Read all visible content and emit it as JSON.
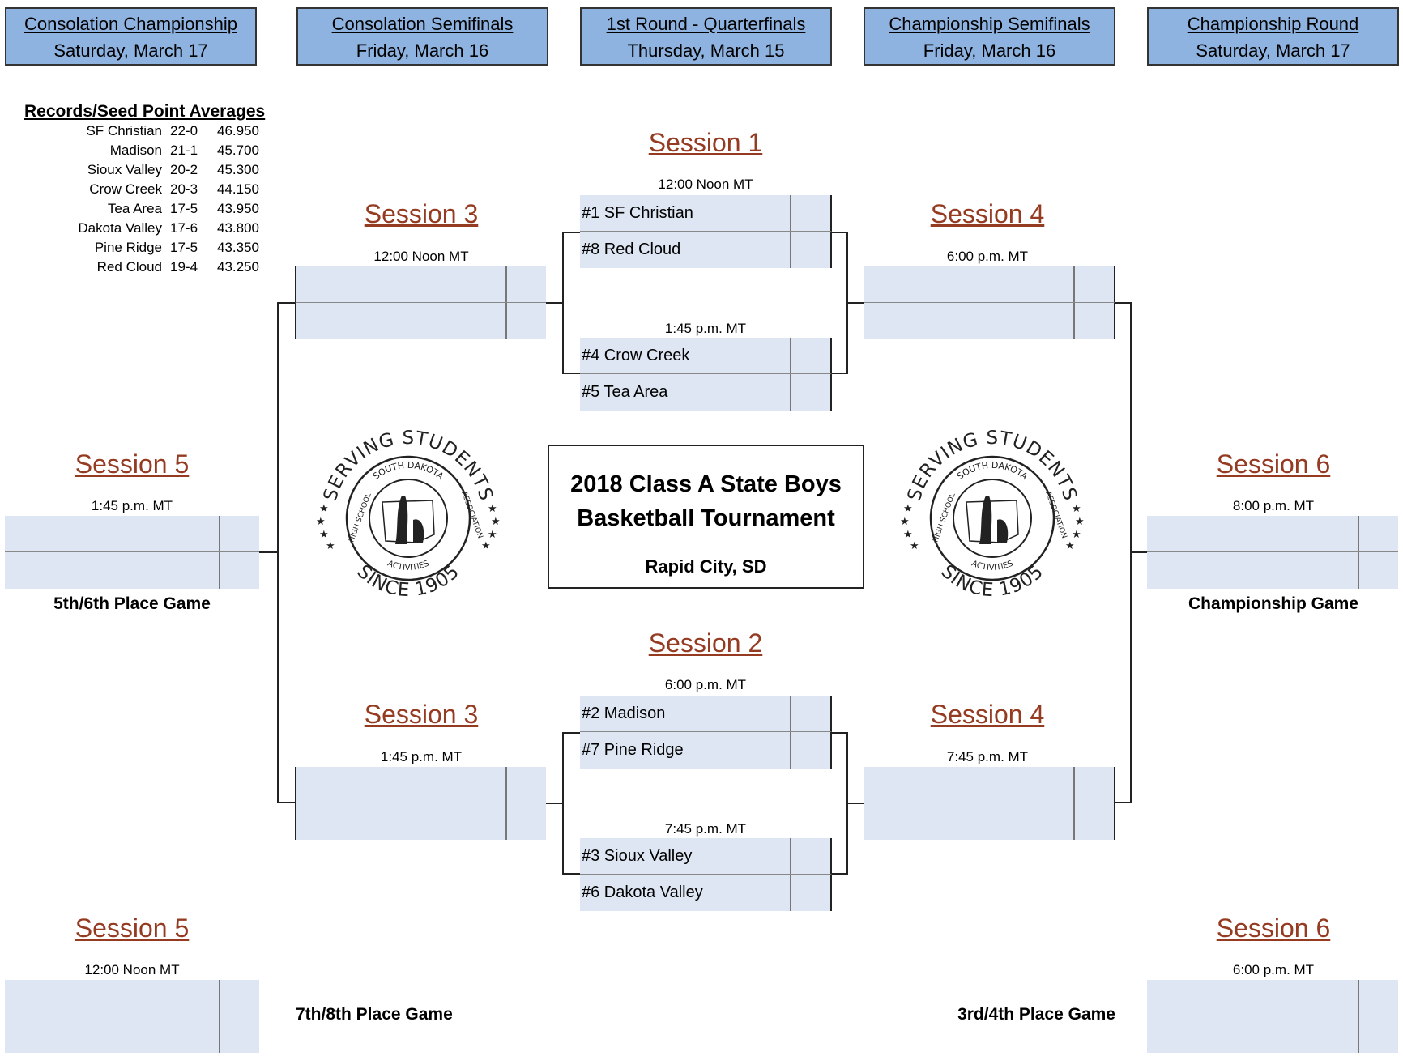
{
  "headers": [
    {
      "title": "Consolation Championship",
      "date": "Saturday, March 17"
    },
    {
      "title": "Consolation Semifinals",
      "date": "Friday, March 16"
    },
    {
      "title": "1st Round - Quarterfinals",
      "date": "Thursday, March 15"
    },
    {
      "title": "Championship Semifinals",
      "date": "Friday, March 16"
    },
    {
      "title": "Championship Round",
      "date": "Saturday, March 17"
    }
  ],
  "records": {
    "title": "Records/Seed Point Averages",
    "rows": [
      {
        "team": "SF Christian",
        "record": "22-0",
        "avg": "46.950"
      },
      {
        "team": "Madison",
        "record": "21-1",
        "avg": "45.700"
      },
      {
        "team": "Sioux Valley",
        "record": "20-2",
        "avg": "45.300"
      },
      {
        "team": "Crow Creek",
        "record": "20-3",
        "avg": "44.150"
      },
      {
        "team": "Tea Area",
        "record": "17-5",
        "avg": "43.950"
      },
      {
        "team": "Dakota Valley",
        "record": "17-6",
        "avg": "43.800"
      },
      {
        "team": "Pine Ridge",
        "record": "17-5",
        "avg": "43.350"
      },
      {
        "team": "Red Cloud",
        "record": "19-4",
        "avg": "43.250"
      }
    ]
  },
  "sessions": {
    "s1": {
      "label": "Session 1",
      "time_a": "12:00 Noon MT",
      "time_b": "1:45 p.m. MT"
    },
    "s2": {
      "label": "Session 2",
      "time_a": "6:00 p.m. MT",
      "time_b": "7:45 p.m. MT"
    },
    "s3a": {
      "label": "Session 3",
      "time": "12:00 Noon MT"
    },
    "s3b": {
      "label": "Session 3",
      "time": "1:45 p.m. MT"
    },
    "s4a": {
      "label": "Session 4",
      "time": "6:00 p.m. MT"
    },
    "s4b": {
      "label": "Session 4",
      "time": "7:45 p.m. MT"
    },
    "s5a": {
      "label": "Session 5",
      "time": "1:45 p.m. MT"
    },
    "s5b": {
      "label": "Session 5",
      "time": "12:00 Noon MT"
    },
    "s6a": {
      "label": "Session 6",
      "time": "8:00 p.m. MT"
    },
    "s6b": {
      "label": "Session 6",
      "time": "6:00 p.m. MT"
    }
  },
  "quarterfinals": [
    "#1 SF Christian",
    "#8 Red Cloud",
    "#4 Crow Creek",
    "#5 Tea Area",
    "#2 Madison",
    "#7 Pine Ridge",
    "#3 Sioux Valley",
    "#6 Dakota Valley"
  ],
  "places": {
    "fifth_sixth": "5th/6th Place Game",
    "championship": "Championship Game",
    "seventh_eighth": "7th/8th Place Game",
    "third_fourth": "3rd/4th Place Game"
  },
  "title": {
    "line1": "2018 Class A State Boys",
    "line2": "Basketball Tournament",
    "location": "Rapid City, SD"
  },
  "logo": {
    "ring_top": "SERVING STUDENTS",
    "ring_bottom": "SINCE 1905",
    "inner_top": "SOUTH DAKOTA",
    "inner_left": "HIGH SCHOOL",
    "inner_right": "ASSOCIATION",
    "inner_bottom": "ACTIVITIES"
  }
}
